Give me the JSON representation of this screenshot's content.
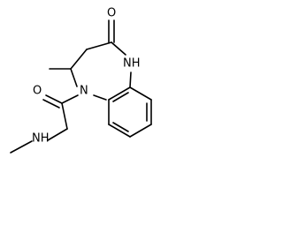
{
  "molecule": {
    "atoms": {
      "ring_nh": "NH",
      "amide_n": "N",
      "ring_carbonyl_o": "O",
      "acyl_carbonyl_o": "O",
      "amine_nh": "NH"
    }
  },
  "colors": {
    "bond": "#000000",
    "label": "#000000",
    "background": "#ffffff"
  }
}
